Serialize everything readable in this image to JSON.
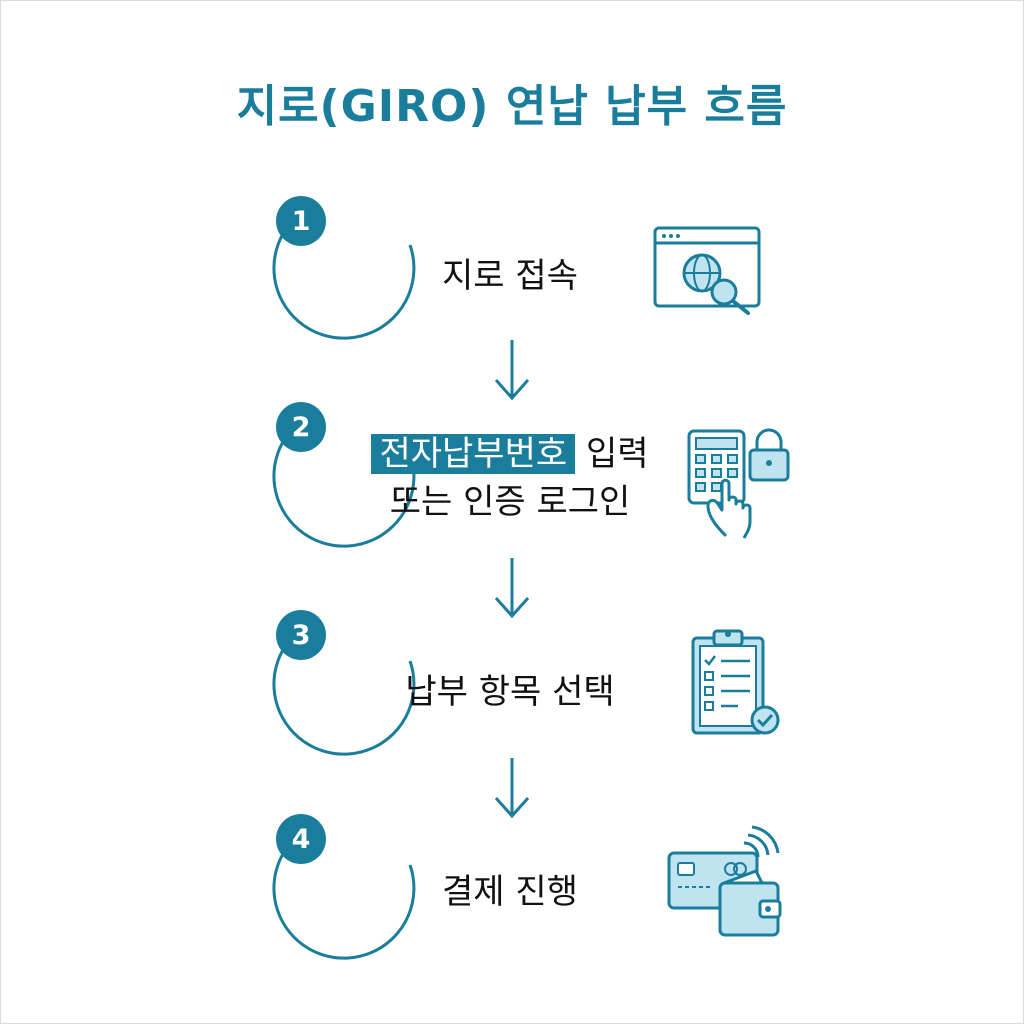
{
  "title": "지로(GIRO) 연납 납부 흐름",
  "steps": [
    {
      "number": "1",
      "label": "지로 접속",
      "icon": "browser-search-icon"
    },
    {
      "number": "2",
      "label_highlight": "전자납부번호",
      "label_rest": "입력",
      "label_line2": "또는 인증 로그인",
      "icon": "keypad-lock-icon"
    },
    {
      "number": "3",
      "label": "납부 항목 선택",
      "icon": "clipboard-checklist-icon"
    },
    {
      "number": "4",
      "label": "결제 진행",
      "icon": "card-wallet-icon"
    }
  ],
  "colors": {
    "accent": "#1a7d9c",
    "icon_fill": "#bfe3ef",
    "text": "#111111"
  }
}
